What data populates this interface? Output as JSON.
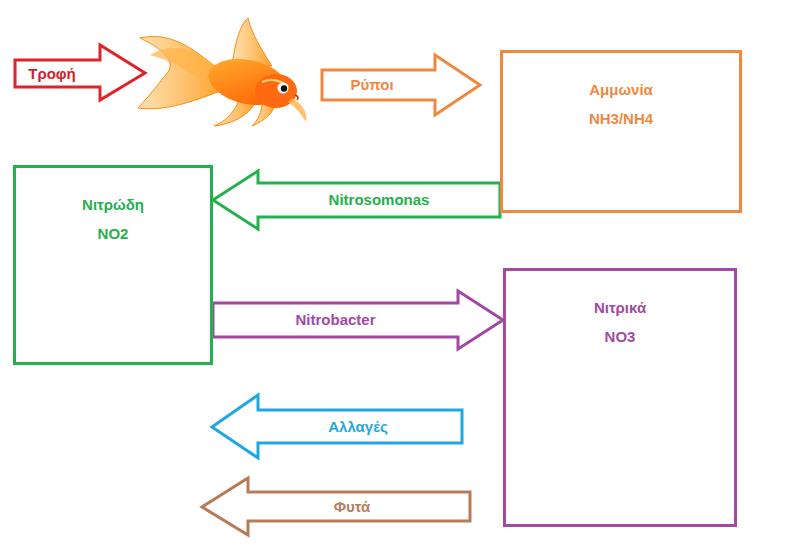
{
  "diagram": {
    "nodes": [
      {
        "text": [
          "Αμμωνία",
          "NH3/NH4"
        ]
      },
      {
        "text": [
          "Νιτρώδη",
          "NO2"
        ]
      },
      {
        "text": [
          "Νιτρικά",
          "NO3"
        ]
      }
    ],
    "edges": [
      {
        "from": 0,
        "to": 1,
        "arrow": "to",
        "label": "Nitrosomonas"
      },
      {
        "from": 1,
        "to": 2,
        "arrow": "to",
        "label": "Nitrobacter"
      }
    ],
    "labels": [
      "Τροφή",
      "Ρύποι",
      "Αλλαγές",
      "Φυτά"
    ]
  }
}
